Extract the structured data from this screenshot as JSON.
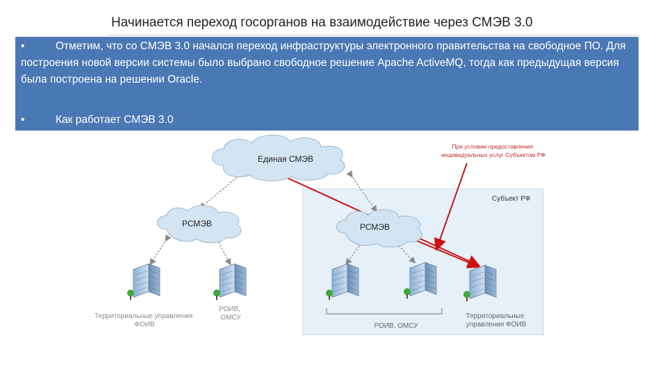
{
  "title": "Начинается переход госорганов на взаимодействие через СМЭВ 3.0",
  "bullets": {
    "marker": "•",
    "first": "Отметим, что со СМЭВ 3.0 начался переход инфраструктуры электронного правительства на свободное ПО. Для построения новой версии системы было выбрано свободное решение Apache ActiveMQ, тогда как предыдущая версия была построена на решении Oracle.",
    "second": "Как работает СМЭВ 3.0"
  },
  "diagram": {
    "central_cloud": "Единая СМЭВ",
    "left_cloud": "РСМЭВ",
    "right_cloud": "РСМЭВ",
    "region_label": "Субъект РФ",
    "note_line1": "При условии предоставления",
    "note_line2": "индивидуальных услуг Субъектом РФ",
    "left_building1_line1": "Территориальные управления",
    "left_building1_line2": "ФОИВ",
    "left_building2_line1": "РОИВ,",
    "left_building2_line2": "ОМСУ",
    "right_group_label": "РОИВ, ОМСУ",
    "right_building3_line1": "Территориальные",
    "right_building3_line2": "управления ФОИВ",
    "colors": {
      "box_blue": "#4a78b5",
      "cloud_fill": "#d3e4f2",
      "region_fill": "#e6f0f9",
      "red_arrow": "#cc1111",
      "note_red": "#c0282a"
    }
  }
}
